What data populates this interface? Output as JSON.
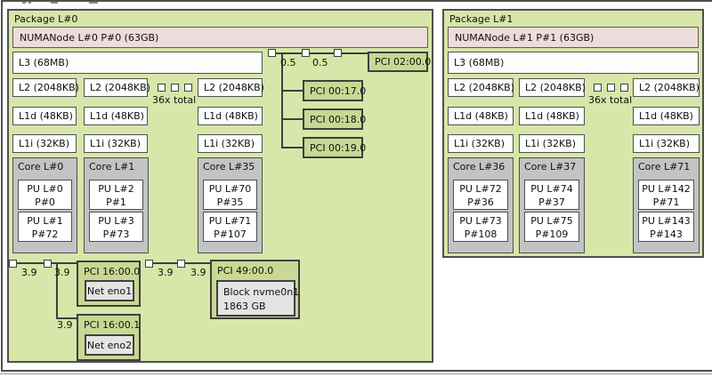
{
  "packages": [
    {
      "label": "Package L#0",
      "numa": "NUMANode L#0 P#0 (63GB)",
      "l3": "L3 (68MB)",
      "l2": [
        "L2 (2048KB)",
        "L2 (2048KB)",
        "L2 (2048KB)"
      ],
      "l1d": [
        "L1d (48KB)",
        "L1d (48KB)",
        "L1d (48KB)"
      ],
      "l1i": [
        "L1i (32KB)",
        "L1i (32KB)",
        "L1i (32KB)"
      ],
      "ellipsis": "36x total",
      "cores": [
        {
          "label": "Core L#0",
          "pu1_l": "PU L#0",
          "pu1_p": "P#0",
          "pu2_l": "PU L#1",
          "pu2_p": "P#72"
        },
        {
          "label": "Core L#1",
          "pu1_l": "PU L#2",
          "pu1_p": "P#1",
          "pu2_l": "PU L#3",
          "pu2_p": "P#73"
        },
        {
          "label": "Core L#35",
          "pu1_l": "PU L#70",
          "pu1_p": "P#35",
          "pu2_l": "PU L#71",
          "pu2_p": "P#107"
        }
      ]
    },
    {
      "label": "Package L#1",
      "numa": "NUMANode L#1 P#1 (63GB)",
      "l3": "L3 (68MB)",
      "l2": [
        "L2 (2048KB)",
        "L2 (2048KB)",
        "L2 (2048KB)"
      ],
      "l1d": [
        "L1d (48KB)",
        "L1d (48KB)",
        "L1d (48KB)"
      ],
      "l1i": [
        "L1i (32KB)",
        "L1i (32KB)",
        "L1i (32KB)"
      ],
      "ellipsis": "36x total",
      "cores": [
        {
          "label": "Core L#36",
          "pu1_l": "PU L#72",
          "pu1_p": "P#36",
          "pu2_l": "PU L#73",
          "pu2_p": "P#108"
        },
        {
          "label": "Core L#37",
          "pu1_l": "PU L#74",
          "pu1_p": "P#37",
          "pu2_l": "PU L#75",
          "pu2_p": "P#109"
        },
        {
          "label": "Core L#71",
          "pu1_l": "PU L#142",
          "pu1_p": "P#71",
          "pu2_l": "PU L#143",
          "pu2_p": "P#143"
        }
      ]
    }
  ],
  "pci_top": {
    "speed1": "0.5",
    "speed2": "0.5",
    "dev_0200": "PCI 02:00.0",
    "dev_0017": "PCI 00:17.0",
    "dev_0018": "PCI 00:18.0",
    "dev_0019": "PCI 00:19.0"
  },
  "pci_bottom": {
    "speed_a1": "3.9",
    "speed_a2": "3.9",
    "speed_a3": "3.9",
    "dev_1600": "PCI 16:00.0",
    "net1": "Net eno1",
    "dev_1601": "PCI 16:00.1",
    "net2": "Net eno2",
    "speed_b1": "3.9",
    "speed_b2": "3.9",
    "dev_4900": "PCI 49:00.0",
    "block1": "Block nvme0n1",
    "block2": "1863 GB"
  },
  "colors": {
    "package_fill": "#d7e6a9",
    "numa_fill": "#eedcdc",
    "cache_fill": "#fdfdfd",
    "core_fill": "#c3c3c3",
    "pu_fill": "#ffffff",
    "pci_fill": "#c9d893",
    "osdev_fill": "#e4e4e4",
    "border": "#3f3f3f"
  }
}
